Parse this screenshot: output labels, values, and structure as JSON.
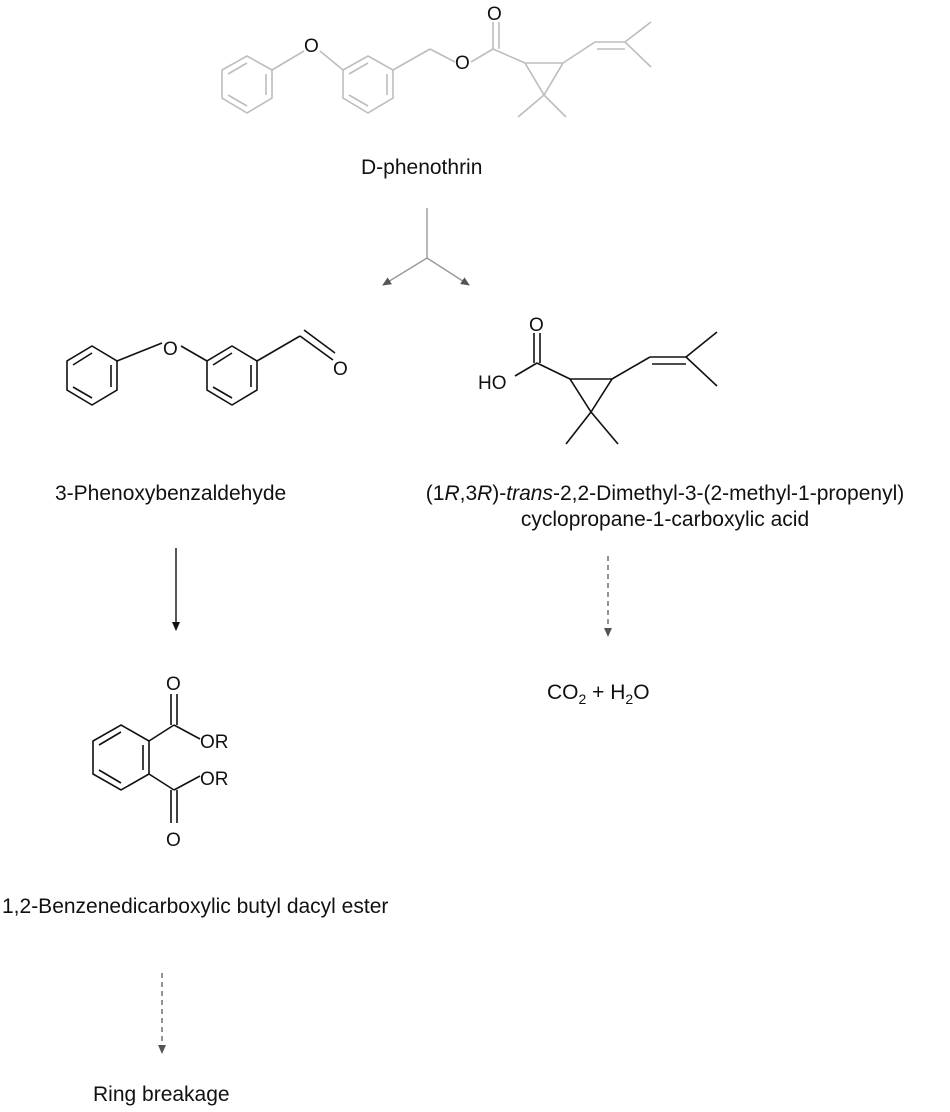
{
  "compounds": {
    "phenothrin": {
      "name": "D-phenothrin"
    },
    "phenoxybenzaldehyde": {
      "name": "3-Phenoxybenzaldehyde"
    },
    "acid": {
      "prefix_open": "(1",
      "r1": "R",
      "mid": ",3",
      "r2": "R",
      "close_dash": ")-",
      "trans": "trans",
      "rest": "-2,2-Dimethyl-3-(2-methyl-1-propenyl)",
      "line2": "cyclopropane-1-carboxylic acid"
    },
    "ester": {
      "name": "1,2-Benzenedicarboxylic butyl dacyl ester"
    },
    "ring": {
      "name": "Ring breakage"
    },
    "co2h2o": {
      "co": "CO",
      "sub2a": "2",
      "plus": " + H",
      "sub2b": "2",
      "o": "O"
    }
  },
  "atoms": {
    "o": "O",
    "ho": "HO",
    "or": "OR"
  },
  "colors": {
    "faded": "#bdbdbd",
    "ink": "#111111",
    "dashed_arrow": "#666666"
  }
}
